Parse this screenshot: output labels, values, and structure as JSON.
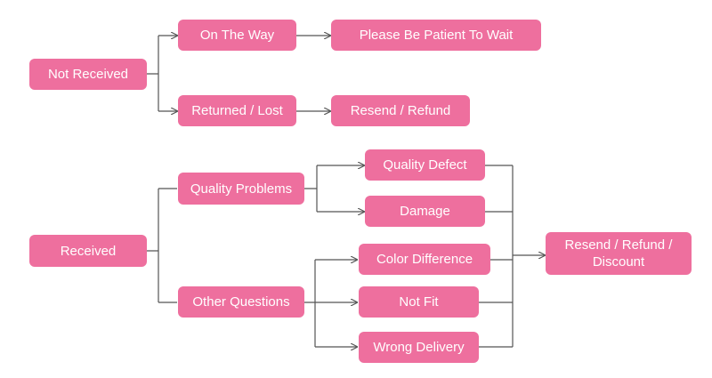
{
  "theme": {
    "node_color": "#ee6f9e",
    "text_color": "#ffffff",
    "line_color": "#555555"
  },
  "nodes": {
    "not_received": "Not Received",
    "on_the_way": "On The Way",
    "please_wait": "Please Be Patient To Wait",
    "returned_lost": "Returned / Lost",
    "resend_refund": "Resend / Refund",
    "received": "Received",
    "quality_problems": "Quality Problems",
    "quality_defect": "Quality Defect",
    "damage": "Damage",
    "other_questions": "Other Questions",
    "color_difference": "Color Difference",
    "not_fit": "Not Fit",
    "wrong_delivery": "Wrong Delivery",
    "resend_refund_discount": "Resend / Refund / Discount"
  }
}
